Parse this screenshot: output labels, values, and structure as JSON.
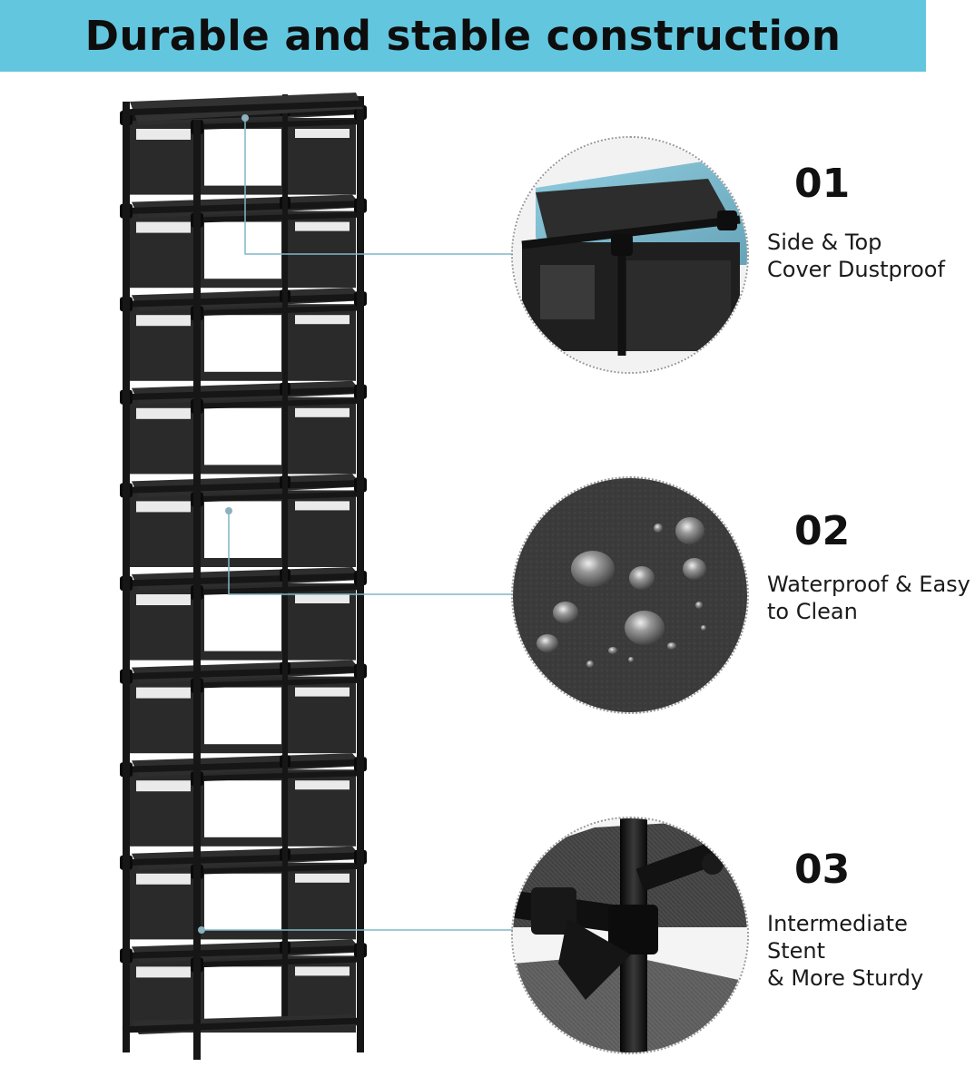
{
  "banner": {
    "title": "Durable and stable construction",
    "color": "#62c6df"
  },
  "features": [
    {
      "number": "01",
      "line1": "Side & Top",
      "line2": "Cover Dustproof"
    },
    {
      "number": "02",
      "line1": "Waterproof & Easy",
      "line2": "to Clean"
    },
    {
      "number": "03",
      "line1": "Intermediate Stent",
      "line2": "& More Sturdy"
    }
  ],
  "icons": [
    "shoe-rack-image",
    "top-cover-detail-image",
    "water-droplets-detail-image",
    "stent-joint-detail-image"
  ],
  "colors": {
    "frame": "#161616",
    "fabric": "#2a2a2a",
    "leader_line": "#6fb6c9"
  }
}
